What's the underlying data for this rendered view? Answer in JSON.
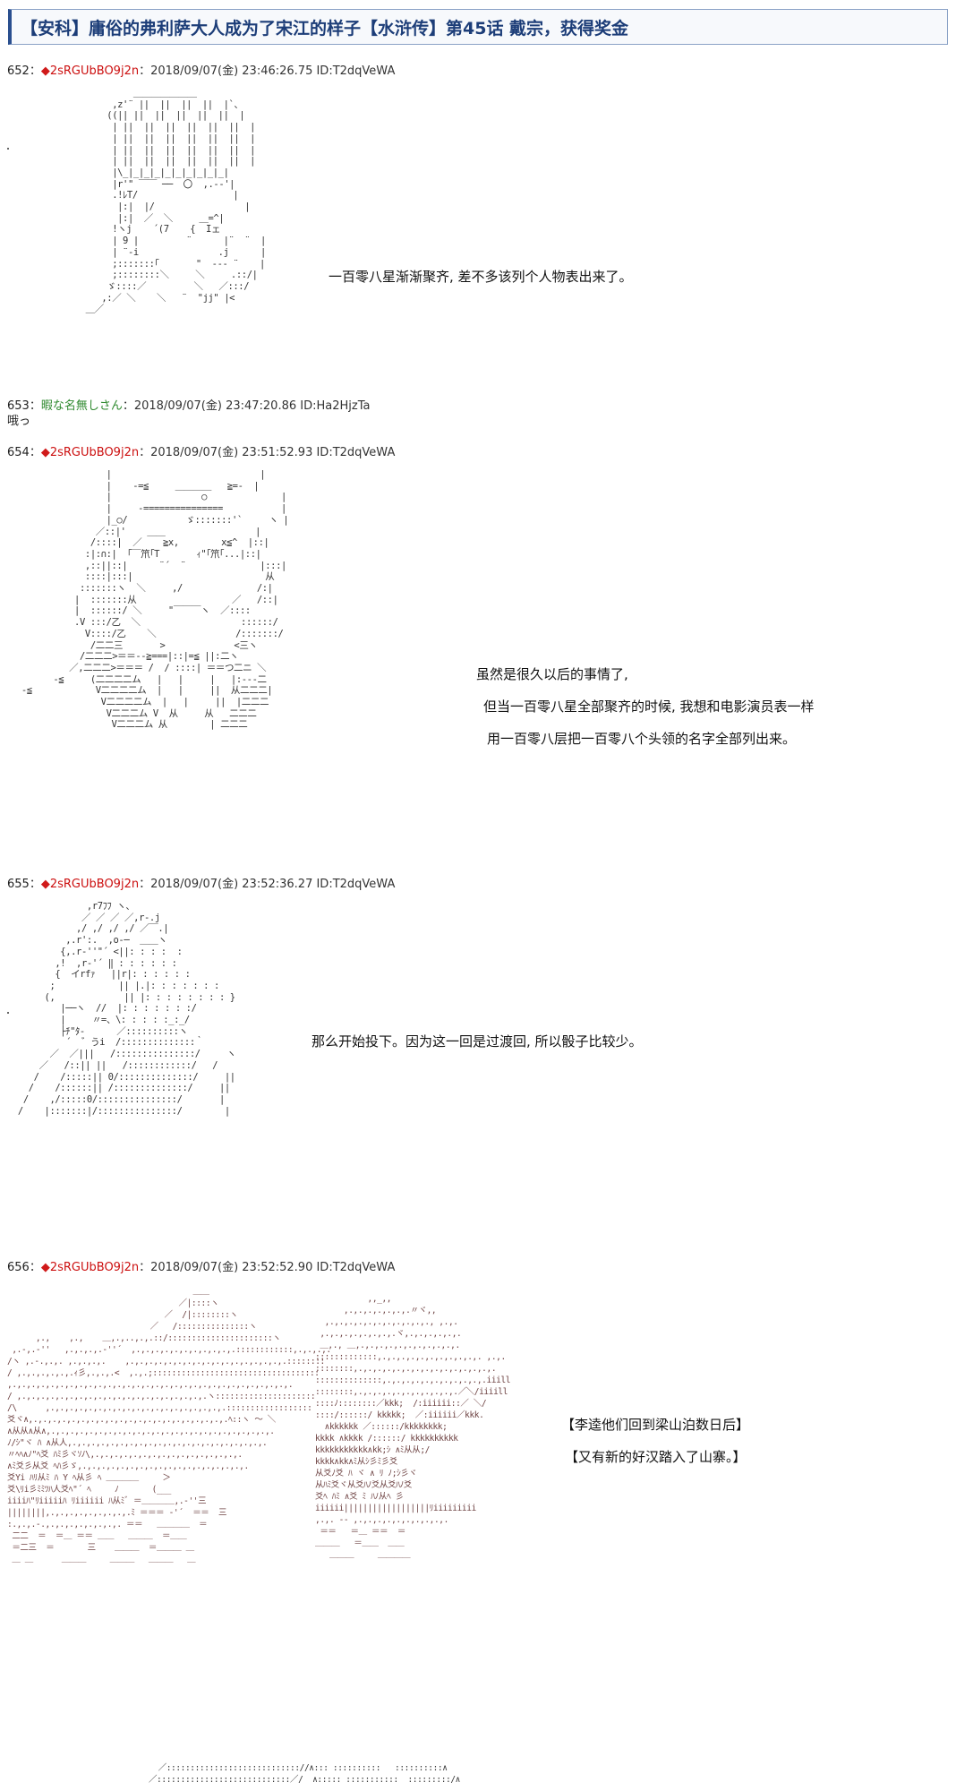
{
  "page": {
    "title": "【安科】庸俗的弗利萨大人成为了宋江的样子【水浒传】第45话 戴宗，获得奖金"
  },
  "posts": [
    {
      "number": "652",
      "separator": "：",
      "marker": "◆",
      "name": "2sRGUbBO9j2n",
      "datetime": "：2018/09/07(金) 23:46:26.75 ID:T2dqVeWA",
      "captions": [
        "一百零八星渐渐聚齐, 差不多该列个人物表出来了。"
      ]
    },
    {
      "number": "653",
      "separator": "：",
      "name": "暇な名無しさん",
      "datetime": "：2018/09/07(金) 23:47:20.86 ID:Ha2HjzTa",
      "body": "哦っ"
    },
    {
      "number": "654",
      "separator": "：",
      "marker": "◆",
      "name": "2sRGUbBO9j2n",
      "datetime": "：2018/09/07(金) 23:51:52.93 ID:T2dqVeWA",
      "captions": [
        "虽然是很久以后的事情了,",
        "但当一百零八星全部聚齐的时候, 我想和电影演员表一样",
        "用一百零八层把一百零八个头领的名字全部列出来。"
      ]
    },
    {
      "number": "655",
      "separator": "：",
      "marker": "◆",
      "name": "2sRGUbBO9j2n",
      "datetime": "：2018/09/07(金) 23:52:36.27 ID:T2dqVeWA",
      "captions": [
        "那么开始投下。因为这一回是过渡回, 所以骰子比较少。"
      ]
    },
    {
      "number": "656",
      "separator": "：",
      "marker": "◆",
      "name": "2sRGUbBO9j2n",
      "datetime": "：2018/09/07(金) 23:52:52.90 ID:T2dqVeWA",
      "captions": [
        "【李逵他们回到梁山泊数日后】",
        "【又有新的好汉踏入了山寨。】"
      ]
    }
  ],
  "art": {
    "a652": "              ＿＿＿＿＿＿＿\n          ,z'¨ ||  ||  ||  ||  |`、\n         ((|| ||  ||  ||  ||  ||  |\n          | ||  ||  ||  ||  ||  ||  |\n          | ||  ||  ||  ||  ||  ||  |\n          | ||  ||  ||  ||  ||  ||  |\n          | ||  ||  ||  ||  ||  ||  |\n          |\\_|_|_|_|_|_|_|_|_|_|\n          |r'\" ￣￣ ──  〇  ,.-‐'|\n          .!ﾚT/                  |\n           |:|  |/                 |\n           |:|  ／  ＼     ＿=^|\n          !ヽj    ´(7    {  Iェ\n          | 9 |         ¨      |¨  ¨  |\n          | ¨‐i               .j      |\n          ;:::::::｢       \"  ‐-‐ ¨    |\n          ;::::::::＼     ＼     .::/|\n         ゞ::::／         ＼   ／:::/\n        ,:／ ＼    ＼   ¨  \"jj\" |<\n     ＿／",
    "a654": "                  |                            |\n                  |    -=≦     ＿＿＿＿   ≧=-  |\n                  |                 ○              |\n                  |     -===============           |\n                  |_○/           ゞ:::::::'`     ヽ |\n                ／::|'    ＿＿                 |\n               /::::|  ／    ≧x,        x≦^  |::|\n              :|:∩:|  ｢￣笊｢T       ｨ\"｢笊｢...|::|\n              ,::||::|      ¨´  ¨              |:::|\n              ::::|:::|                         从\n             :::::::ヽ  ＼     ,/              /:|\n            |  :::::::从                  ／   /::|\n            |  ::::::/ ＼     \"￣￣￣ヽ  ／::::\n            .V :::/乙  ＼                   ::::::/\n              V::::/乙    ＼               /:::::::/\n               /二二三       >             <三ヽ\n             /二二二>＝＝--≧===|::|=≦ ||:二ヽ\n           ／,二二二>＝＝＝ /  ∕ ::::| ＝＝つ二ニ ＼\n        -≦     (二二二二ム   |   |     |   |:‐‐‐二\n  -≦            V二二二二ム  |   |     ||  从二二二|\n                 V二二二二ム  |   |     ||  |二二二\n                  V二二二ム V  从     从   二二二\n                   V二二二ム 从        | 二二二",
    "a655": "              ,r7ﾌﾌ ヽ、\n             ／ ／ ／ ／,r‐.j\n            ,/ ,/ ,/ ,/ ／￣.|\n          ,.r':.  ,o‐─  ＿＿ヽ\n         {,.r‐''\"´ <||: : : :  :\n        ,!  ,r‐'´ ‖ : : : : : :\n        {  イrfｧ   ||r|: : : : : :\n       ;            || |.|: : : : : : :\n      (,             || |: : : : : : : : }\n         |──ヽ  //  |: : : : : : :/\n         |     〃=、\\: : : : :_:_/\n         ├ﾁ\"ﾀ-      ／::::::::::ヽ\n          ´  ゛うi  /::::::::::::::｀\n       ／  ／|||   /:::::::::::::::/     ヽ\n     ／   /::|| ||   /::::::::::::/   /\n    /    /:::::|| 0/::::::::::::::/     ||\n   /    /::::::|| /::::::::::::::/     ||\n  /    ,/:::::0/:::::::::::::::/       |\n /    |:::::::|/:::::::::::::::/        |",
    "a656_left": "                                       ＿＿\n                                    ／|::::ヽ\n                                 ／  /|::::::::ヽ\n                              ／   /:::::::::::::::ヽ\n      ,.,    ,.,    ＿,.,..,.,.::/::::::::::::::::::::::ヽ\n ,.-,.-''   ,.,.,.,.-''´  ,.,.,.,.,.,.,.,.,.,.,.::::::::::::,.,.,.,.\n/ヽ ,.-.,.,. ,.,.,.,.    ,.,.,.,.,.,.,.,.,.,.,.,.,.,.,.,.,.::::::::\n/ ,.,.,.,.,.,.ｨ彡,.,.,.<  ,.,.;:::::::::::::::::::::::::::::::::::\n,.,.,.,.,.,.,.,.,.,.,.,.,.,.,.,.,.,.,.,.,.,.,.,.,.,.,.,.,.,.\n/ ,.,.,.,.,.,.,.,.,.,.,.,.,.,.,.,.,.,.,.,.ヽ:::::::::::::::::::::\n/\\      ,.,.,.,.,.,.,.,.,.,.,.,.,.,.,.,.,.,.,.::::::::::::::::::\n爻ヾ∧,.,.,.,.,.,.,.,.,.,.,.,.,.,.,.,.,.,.,.,.,.ﾍ::ヽ ～ ＼\n∧从从∧从∧,.,.,.,.,.,.,.,.,.,.,.,.,.,.,.,.,.,.,.,.,.,.,.,.\nﾉ/ｼ\"ヾ ﾊ ∧从人,.,.,.,.,.,.,.,.,.,.,.,.,.,.,.,.,.,.,.,.,.\n〃ﾍﾍ∧ﾉ\"ﾍ爻 ﾊﾐ彡ヾｿﾉ\\,.,.,.,.,.,.,.,.,.,.,.,.,.,.,.,.\n∧ﾐ爻彡从爻 ﾍﾊ彡ゞ,.,.,.,.,.,.,.,.,.,.,.,.,.,.,.,.,.,.\n爻Yi ﾊﾘ从ﾐ ﾊ Y ﾍ从彡 ﾍ ＿＿＿＿     ＞\n爻\\ﾘi彡ﾐﾐﾂﾊ人爻ﾍ\"´ ﾍ     ﾉ       (___\niiiiﾊ\"ﾘiiiiiﾊ ﾘiiiiii ﾊ从ﾐﾞ ＝＿＿＿＿,.-''三\n||||||||,.,.,.,.,.,.,.,.,.ﾐ ＝＝＝ ‐'´  ＝＝  三\n:.,.,.-.,.,.,.,.,.,.,.,. ＝＝   ＿＿＿＿  ＝\n 二二  ＝  ＝＿ ＝＝ ＿＿   ＿＿＿  ＝＿＿\n ＝二三  ＝       三    ＿＿＿  ＝＿＿＿ ＿\n ＿ ＿      ＿＿＿     ＿＿＿   ＿＿＿   ＿",
    "a656_right": "           ,,_,,\n      ,.,.,.,.,.,.,.〃ヾ,,\n  ,.,.,.,.,.,.,.,.,.,.,., ,.,.\n ,.,.,.,.,.,.,.,.ヾ,.,.,.,.,.,.\n ＿,., ＿,.,.,.,.,.,.,.,.,.,.,.\n:::::::::::::,.,.,.,.,.,.,.,.,.,.,. ,.,.\n::::::::,.,.,.,.,.,.,.,.,.,.,.,.,.,.,.\n::::::::::::::,.,.,.,.,.,.,.,.,.,.,.iiill\n::::::::,.,.,.,.,.,.,.,.,.,.,.／＼/iiiill\n::::ﾉ::::::::／kkk;  /:iiiiii::／ ＼/\n::::/::::::/ kkkkk;  ／:iiiiii／kkk.\n  ∧kkkkkk ／::::::/kkkkkkkk;\nkkkk ∧kkkk /::::::/ kkkkkkkkkk\nkkkkkkkkkkk∧kk;ｼ ∧ﾐ从从;/\nkkkk∧kk∧ﾐ从ｼ彡ﾐ彡爻\n从爻ﾉ爻 ﾊ ヾ ∧ ﾘ ﾉ;ｼ彡ヾ\n从ﾊﾐ爻ヾ从爻ﾊﾉ爻从爻ﾊﾉ爻\n爻ﾍ ﾊﾐ ∧爻 ﾐ ﾊﾉ从ﾍ 彡\niiiiii||||||||||||||||||ﾘiiiiiiiii\n,.,. ‐‐ ,.,.,.,.,.,.,.,.,.,.\n ＝＝   ＝＿ ＝＝  ＝\n＿＿＿   ＝＿＿  ＿＿\n   ＿＿＿     ＿＿＿＿",
    "a657_partial": "     ／:::::::::::::::::::::::::::://∧::: ::::::::::   ::::::::::∧\n   ／::::::::::::::::::::::::::::／/  ∧::::: :::::::::::  :::::::::/∧"
  }
}
